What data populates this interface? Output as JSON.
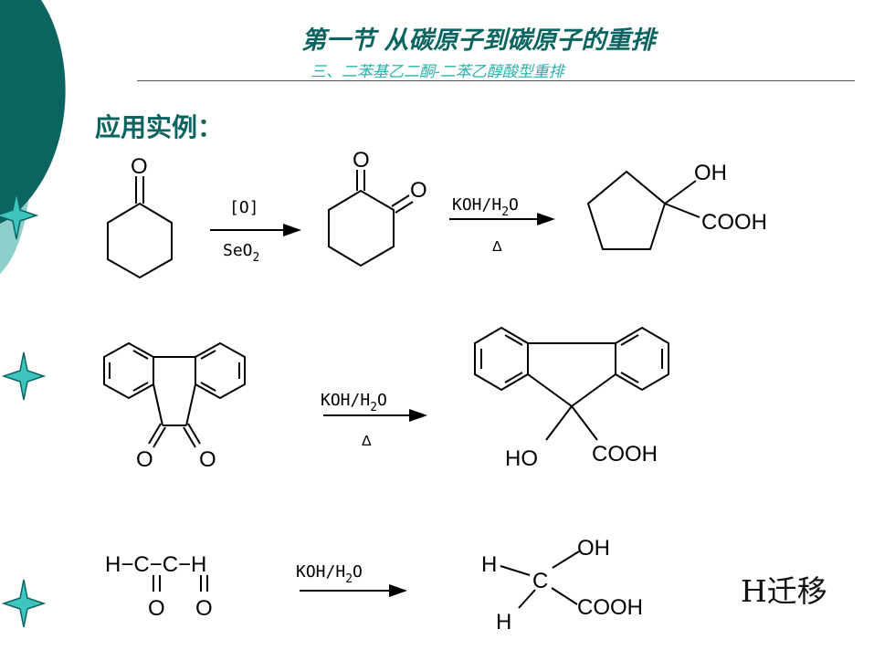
{
  "header": {
    "title": "第一节 从碳原子到碳原子的重排",
    "subtitle": "三、二苯基乙二酮-二苯乙醇酸型重排"
  },
  "main": {
    "heading": "应用实例：",
    "colors": {
      "dark_teal": "#0b6460",
      "light_teal": "#8ecfcc",
      "accent_teal": "#2ab0ab"
    },
    "example1": {
      "reactant_o": "O",
      "oxidant_top": "[O]",
      "oxidant_bottom": "SeO2",
      "intermediate_o1": "O",
      "intermediate_o2": "O",
      "reagent": "KOH/H2O",
      "condition": "Δ",
      "product_oh": "OH",
      "product_cooh": "COOH"
    },
    "example2": {
      "reactant_o1": "O",
      "reactant_o2": "O",
      "reagent": "KOH/H2O",
      "condition": "Δ",
      "product_ho": "HO",
      "product_cooh": "COOH"
    },
    "example3": {
      "reactant_formula": "H−C−C−H",
      "reactant_o1": "O",
      "reactant_o2": "O",
      "reagent": "KOH/H2O",
      "product_h1": "H",
      "product_c": "C",
      "product_oh": "OH",
      "product_h2": "H",
      "product_cooh": "COOH",
      "note": "H迁移"
    }
  }
}
